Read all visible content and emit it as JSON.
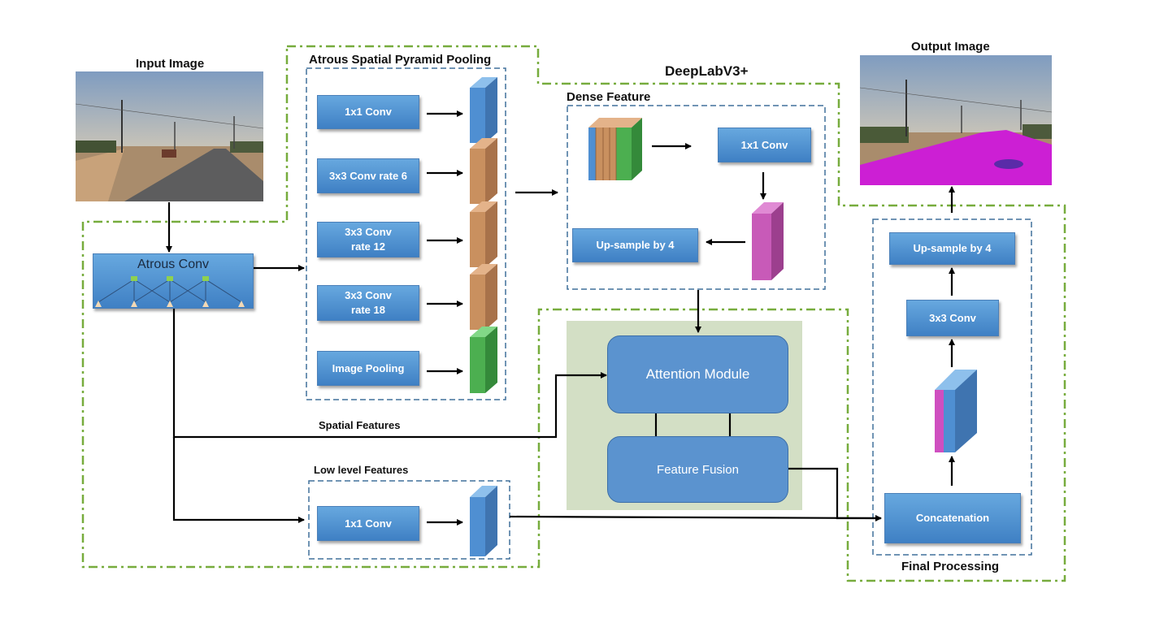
{
  "diagram": {
    "title": "DeepLabV3+",
    "input_image": {
      "label": "Input Image"
    },
    "output_image": {
      "label": "Output Image"
    },
    "atrous_conv": {
      "label": "Atrous Conv"
    },
    "aspp": {
      "label": "Atrous Spatial Pyramid Pooling",
      "branches": [
        {
          "label": "1x1 Conv"
        },
        {
          "label": "3x3 Conv rate 6"
        },
        {
          "label": "3x3 Conv\nrate 12"
        },
        {
          "label": "3x3 Conv\nrate 18"
        },
        {
          "label": "Image Pooling"
        }
      ]
    },
    "dense_feature": {
      "label": "Dense Feature",
      "conv": "1x1 Conv",
      "upsample": "Up-sample by 4"
    },
    "attention": {
      "module": "Attention  Module",
      "fusion": "Feature Fusion"
    },
    "spatial_features": "Spatial Features",
    "low_level": {
      "label": "Low level Features",
      "conv": "1x1 Conv"
    },
    "final_processing": {
      "label": "Final Processing",
      "upsample": "Up-sample by 4",
      "conv": "3x3 Conv",
      "concat": "Concatenation"
    },
    "colors": {
      "green_dashdot": "#77ac3d",
      "blue_dashed": "#41719c",
      "box_blue": "#4f8fd2",
      "orange_tensor": "#c9905f",
      "green_tensor": "#4caf50",
      "magenta_tensor": "#c85ab8",
      "attention_panel": "#d3dfc5"
    }
  }
}
